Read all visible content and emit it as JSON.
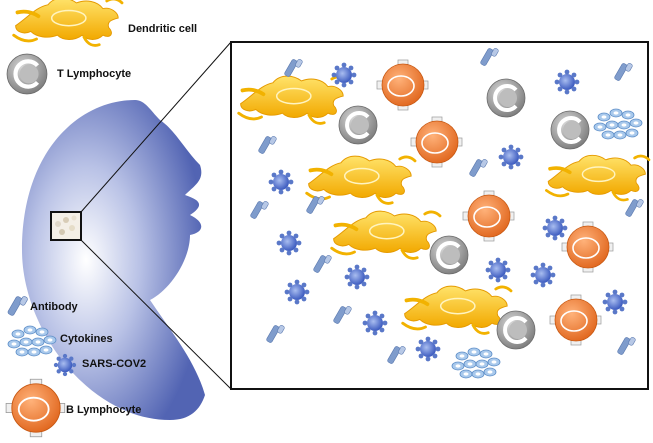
{
  "legend": {
    "dendritic_cell": "Dendritic cell",
    "t_lymphocyte": "T Lymphocyte",
    "antibody": "Antibody",
    "cytokines": "Cytokines",
    "sars_cov2": "SARS-COV2",
    "b_lymphocyte": "B Lymphocyte"
  },
  "colors": {
    "dendritic": "#f5b800",
    "dendritic_light": "#ffe066",
    "t_cell": "#8e8e8e",
    "b_cell": "#ee7b30",
    "antibody": "#7b9cc8",
    "cytokine": "#8fb8e0",
    "virus": "#5a78c8",
    "head": "#5d6fb8",
    "frame": "#111111"
  }
}
